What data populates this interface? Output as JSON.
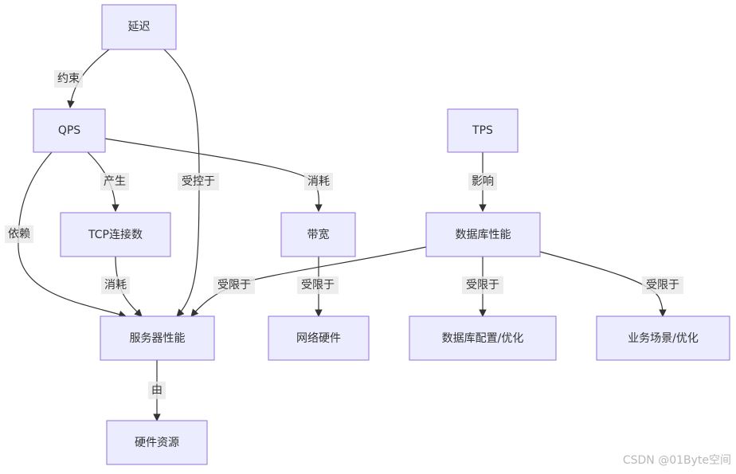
{
  "nodes": {
    "latency": "延迟",
    "qps": "QPS",
    "tps": "TPS",
    "tcp": "TCP连接数",
    "bandwidth": "带宽",
    "db_perf": "数据库性能",
    "server_perf": "服务器性能",
    "net_hw": "网络硬件",
    "db_config": "数据库配置/优化",
    "business": "业务场景/优化",
    "hw_resource": "硬件资源"
  },
  "edges": [
    {
      "from": "latency",
      "to": "qps",
      "label": "约束"
    },
    {
      "from": "latency",
      "to": "server_perf",
      "label": "受控于"
    },
    {
      "from": "qps",
      "to": "tcp",
      "label": "产生"
    },
    {
      "from": "qps",
      "to": "bandwidth",
      "label": "消耗"
    },
    {
      "from": "qps",
      "to": "server_perf",
      "label": "依赖"
    },
    {
      "from": "tps",
      "to": "db_perf",
      "label": "影响"
    },
    {
      "from": "tcp",
      "to": "server_perf",
      "label": "消耗"
    },
    {
      "from": "bandwidth",
      "to": "net_hw",
      "label": "受限于"
    },
    {
      "from": "db_perf",
      "to": "server_perf",
      "label": "受限于"
    },
    {
      "from": "db_perf",
      "to": "db_config",
      "label": "受限于"
    },
    {
      "from": "db_perf",
      "to": "business",
      "label": "受限于"
    },
    {
      "from": "server_perf",
      "to": "hw_resource",
      "label": "由"
    }
  ],
  "watermark": "CSDN @01Byte空间",
  "colors": {
    "node_fill": "#ECECFF",
    "node_stroke": "#9370DB",
    "edge": "#333333",
    "label_bg": "#e8e8e8"
  }
}
